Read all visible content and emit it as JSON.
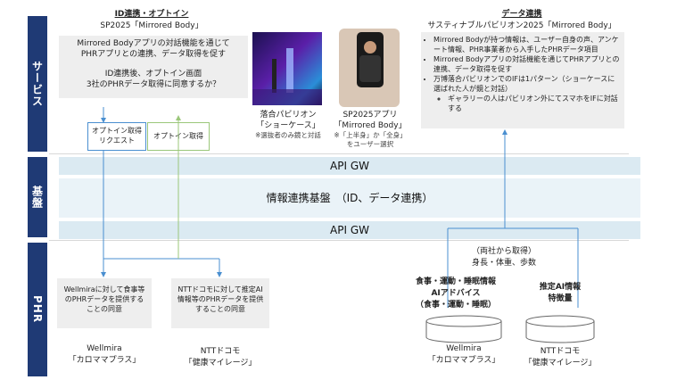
{
  "sections": {
    "service": "サービス",
    "platform": "基盤",
    "phr": "PHR"
  },
  "optin": {
    "title": "ID連携・オプトイン",
    "subtitle": "SP2025「Mirrored Body」",
    "desc1": "Mirrored Bodyアプリの対話機能を通じて",
    "desc2": "PHRアプリとの連携、データ取得を促す",
    "q1": "ID連携後、オプトイン画面",
    "q2": "3社のPHRデータ取得に同意するか？",
    "req1": "オプトイン取得",
    "req2": "リクエスト",
    "acq": "オプトイン取得"
  },
  "showcase": {
    "l1": "落合パビリオン",
    "l2": "「ショーケース」",
    "note": "※選抜者のみ鏡と対話"
  },
  "app": {
    "l1": "SP2025アプリ",
    "l2": "「Mirrored Body」",
    "note1": "※「上半身」か「全身」",
    "note2": "をユーザー選択"
  },
  "datalink": {
    "title": "データ連携",
    "subtitle": "サスティナブルパビリオン2025「Mirrored Body」",
    "b1": "Mirrored Bodyが持つ情報は、ユーザー自身の声、アンケート情報、PHR事業者から入手したPHRデータ項目",
    "b2": "Mirrored Bodyアプリの対話機能を通じてPHRアプリとの連携、データ取得を促す",
    "b3": "万博落合パビリオンでのIFは1パターン（ショーケースに選ばれた人が鏡と対話）",
    "b3sub": "ギャラリーの人はパビリオン外にてスマホをIFに対話する"
  },
  "platform": {
    "apigw_top": "API GW",
    "core": "情報連携基盤　（ID、データ連携）",
    "apigw_bottom": "API GW"
  },
  "phr": {
    "consent_wellmira": "Wellmiraに対して食事等のPHRデータを提供することの同意",
    "consent_docomo": "NTTドコモに対して推定AI情報等のPHRデータを提供することの同意",
    "wellmira_name": "Wellmira",
    "wellmira_app": "「カロママプラス」",
    "docomo_name": "NTTドコモ",
    "docomo_app": "「健康マイレージ」",
    "both1": "（両社から取得）",
    "both2": "身長・体重、歩数",
    "w_data1": "食事・運動・睡眠情報",
    "w_data2": "AIアドバイス",
    "w_data3": "（食事・運動・睡眠）",
    "d_data1": "推定AI情報",
    "d_data2": "特徴量",
    "cyl_w_name": "Wellmira",
    "cyl_w_app": "「カロママプラス」",
    "cyl_d_name": "NTTドコモ",
    "cyl_d_app": "「健康マイレージ」"
  },
  "colors": {
    "side": "#1f3a75",
    "bar": "#dbeaf2",
    "arrow": "#4a8fd0",
    "green": "#9bc77a"
  }
}
